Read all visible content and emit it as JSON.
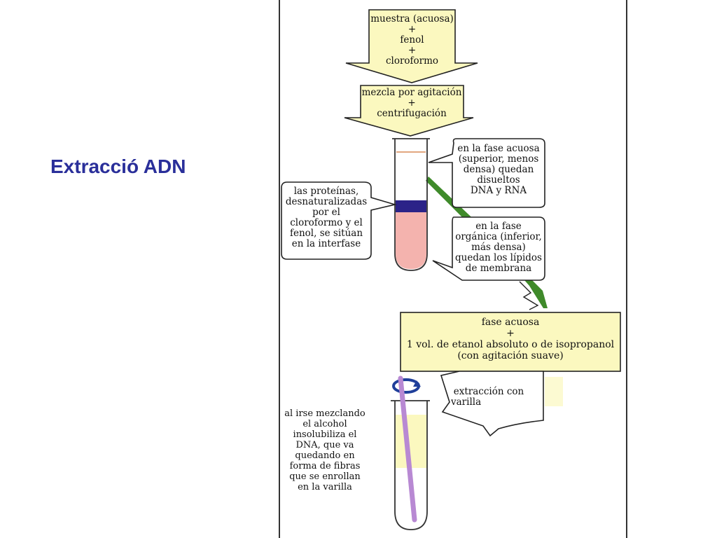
{
  "slide": {
    "title": "Extracció ADN"
  },
  "steps": {
    "step1": [
      "muestra (acuosa)",
      "+",
      "fenol",
      "+",
      "cloroformo"
    ],
    "step2": [
      "mezcla por agitación",
      "+",
      "centrifugación"
    ],
    "step3": [
      "fase acuosa",
      "+",
      "1 vol. de etanol absoluto o de isopropanol",
      "(con agitación suave)"
    ]
  },
  "callouts": {
    "aqueous_phase": [
      "en la fase acuosa",
      "(superior, menos",
      "densa) quedan",
      "disueltos",
      "DNA y RNA"
    ],
    "proteins": [
      "las proteínas,",
      "desnaturalizadas",
      "por el",
      "cloroformo y el",
      "fenol, se sitúan",
      "en la interfase"
    ],
    "organic_phase": [
      "en la fase",
      "orgánica (inferior,",
      "más densa)",
      "quedan los lípidos",
      "de membrana"
    ],
    "rod_extraction": [
      "extracción con",
      "varilla"
    ],
    "alcohol_note": [
      "al irse mezclando",
      "el alcohol",
      "insolubiliza el",
      "DNA, que va",
      "quedando en",
      "forma de fibras",
      "que se enrollan",
      "en la varilla"
    ]
  },
  "colors": {
    "box_fill": "#fbf8bf",
    "interphase": "#2b2388",
    "organic_liquid": "#f4b3ae",
    "rod": "#b889d3",
    "green_strip": "#3f8a2a",
    "title": "#2a2f9a"
  }
}
